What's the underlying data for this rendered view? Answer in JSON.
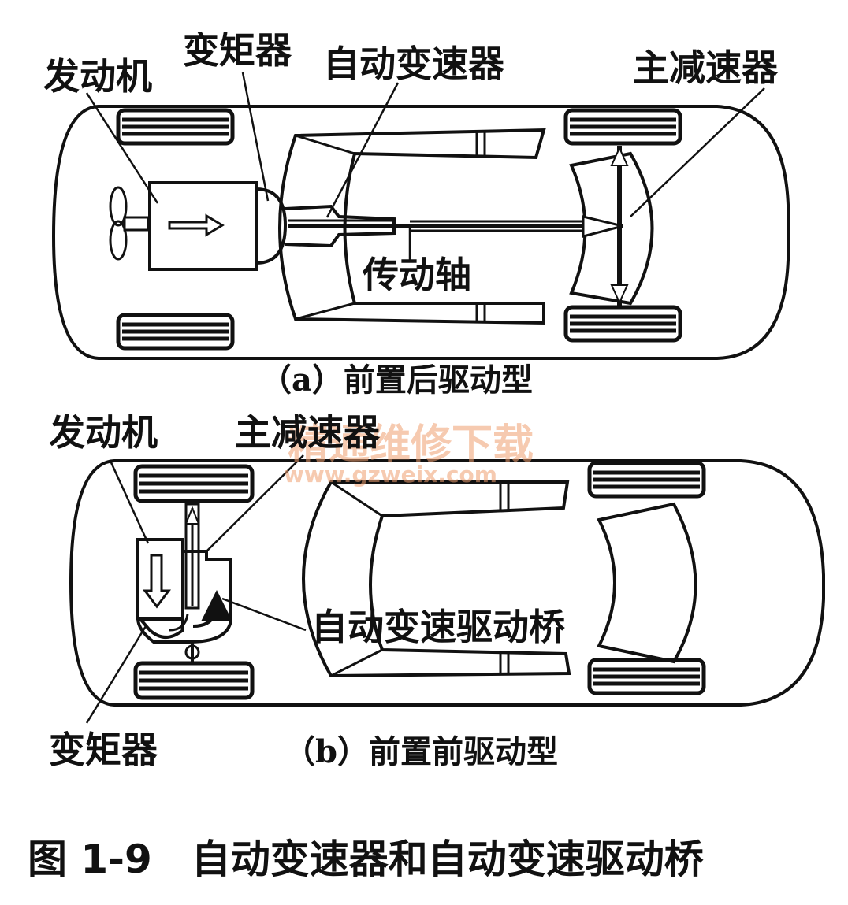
{
  "colors": {
    "ink": "#111111",
    "paper": "#ffffff",
    "watermark": "#f0a070"
  },
  "diagram_a": {
    "labels": {
      "engine": "发动机",
      "torque_converter": "变矩器",
      "auto_transmission": "自动变速器",
      "final_drive": "主减速器",
      "drive_shaft": "传动轴"
    },
    "caption": "（a）前置后驱动型"
  },
  "diagram_b": {
    "labels": {
      "engine": "发动机",
      "final_drive": "主减速器",
      "transaxle": "自动变速驱动桥",
      "torque_converter": "变矩器"
    },
    "caption": "（b）前置前驱动型"
  },
  "watermark": {
    "text": "精通维修下载",
    "url": "www.gzweix.com"
  },
  "figure_caption": "图 1-9　自动变速器和自动变速驱动桥"
}
